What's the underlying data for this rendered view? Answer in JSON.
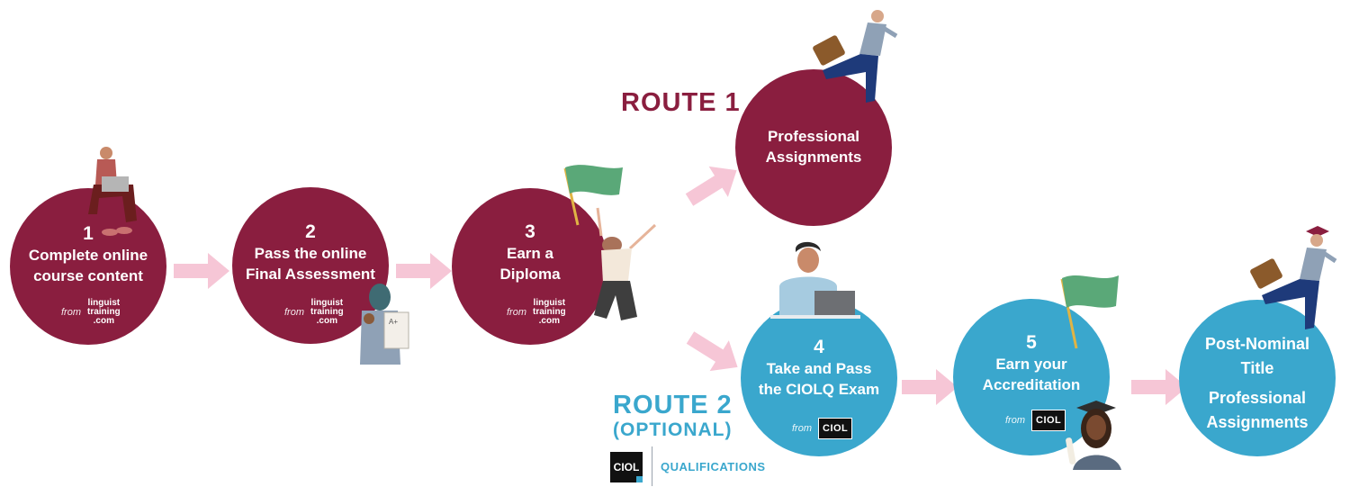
{
  "colors": {
    "maroon": "#8a1e3f",
    "blue": "#3aa7cd",
    "arrow": "#f6c6d6",
    "flag": "#5aa878"
  },
  "routes": {
    "route1": "ROUTE 1",
    "route2": "ROUTE 2",
    "route2_optional": "(OPTIONAL)",
    "qualifications": "QUALIFICATIONS"
  },
  "logos": {
    "from_word": "from",
    "linguist": [
      "linguist",
      "training",
      ".com"
    ],
    "ciol": "CIOL"
  },
  "steps": [
    {
      "number": "1",
      "lines": [
        "Complete online",
        "course content"
      ]
    },
    {
      "number": "2",
      "lines": [
        "Pass the online",
        "Final Assessment"
      ]
    },
    {
      "number": "3",
      "lines": [
        "Earn a",
        "Diploma"
      ]
    },
    {
      "number": "",
      "lines": [
        "Professional",
        "Assignments"
      ]
    },
    {
      "number": "4",
      "lines": [
        "Take and Pass",
        "the CIOLQ Exam"
      ]
    },
    {
      "number": "5",
      "lines": [
        "Earn your",
        "Accreditation"
      ]
    },
    {
      "number": "",
      "lines": [
        "Post-Nominal",
        "Title",
        "Professional",
        "Assignments"
      ]
    }
  ],
  "icons": [
    "person-with-laptop-icon",
    "woman-holding-test-icon",
    "jumping-woman-with-flag-icon",
    "running-businessman-icon",
    "man-at-laptop-icon",
    "flag-icon",
    "graduate-icon",
    "running-graduate-businessman-icon"
  ]
}
